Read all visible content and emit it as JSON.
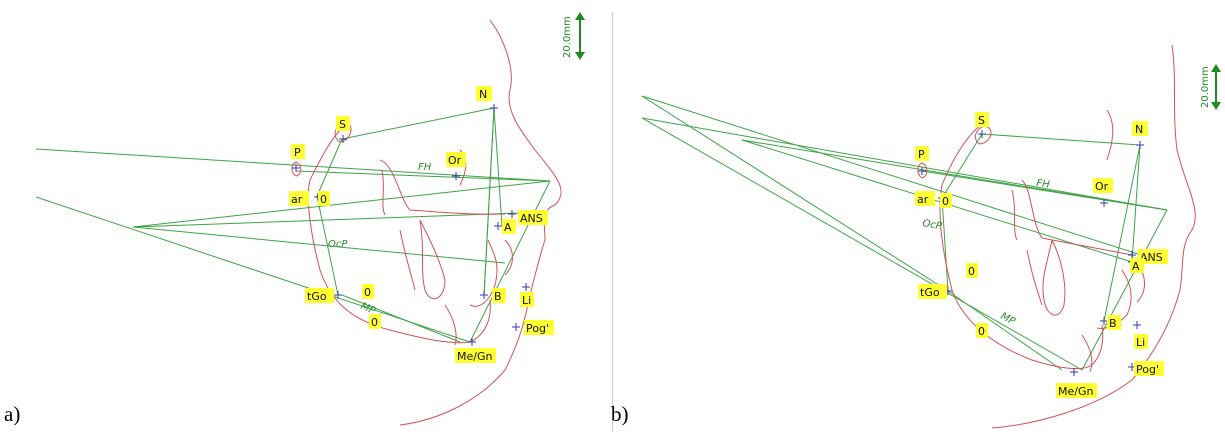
{
  "panels": [
    {
      "label": "a)",
      "scale_label": "20.0mm",
      "landmarks": [
        "N",
        "S",
        "P",
        "Or",
        "ar",
        "ANS",
        "A",
        "tGo",
        "B",
        "Li",
        "Pog'",
        "Me/Gn"
      ],
      "zero_markers": [
        "0",
        "0",
        "0"
      ],
      "line_labels": [
        "FH",
        "OcP",
        "MP"
      ]
    },
    {
      "label": "b)",
      "scale_label": "20.0mm",
      "landmarks": [
        "S",
        "N",
        "P",
        "Or",
        "ar",
        "ANS",
        "A",
        "tGo",
        "B",
        "Li",
        "Pog'",
        "Me/Gn"
      ],
      "zero_markers": [
        "0",
        "0",
        "0"
      ],
      "line_labels": [
        "FH",
        "OcP",
        "MP"
      ]
    }
  ],
  "colors": {
    "soft_tissue": "#d2525a",
    "construction_lines": "#3fa347",
    "landmark_cross": "#3a3aa8",
    "tag_bg": "#ffff33"
  }
}
